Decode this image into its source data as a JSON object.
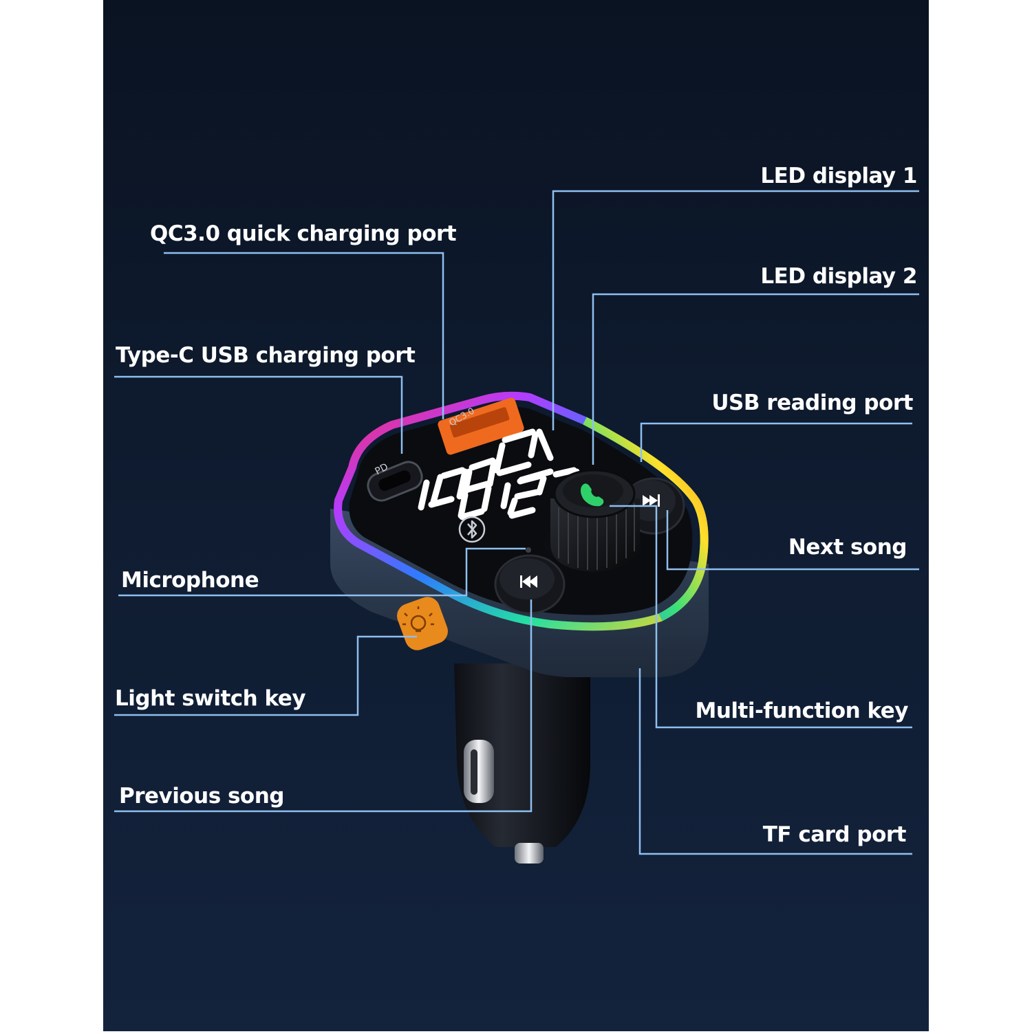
{
  "colors": {
    "background_top": "#0b1424",
    "background_bottom": "#12213a",
    "leader_line": "#8fbff0",
    "label_text": "#ffffff",
    "led_segment": "#ffffff",
    "body_metal": "#2e3d52",
    "accent_orange": "#e98a1c",
    "call_green": "#2fd06a"
  },
  "labels": {
    "qc30_port": "QC3.0 quick charging port",
    "type_c_port": "Type-C USB charging port",
    "microphone": "Microphone",
    "light_switch_key": "Light switch key",
    "previous_song": "Previous song",
    "led_display_1": "LED display 1",
    "led_display_2": "LED display 2",
    "usb_reading_port": "USB reading port",
    "next_song": "Next song",
    "multi_function_key": "Multi-function key",
    "tf_card_port": "TF card port"
  },
  "device": {
    "port_pd_text": "PD",
    "port_qc_text": "QC3.0",
    "icons": [
      "bluetooth-icon",
      "phone-icon",
      "previous-icon",
      "next-icon",
      "light-bulb-icon"
    ]
  }
}
